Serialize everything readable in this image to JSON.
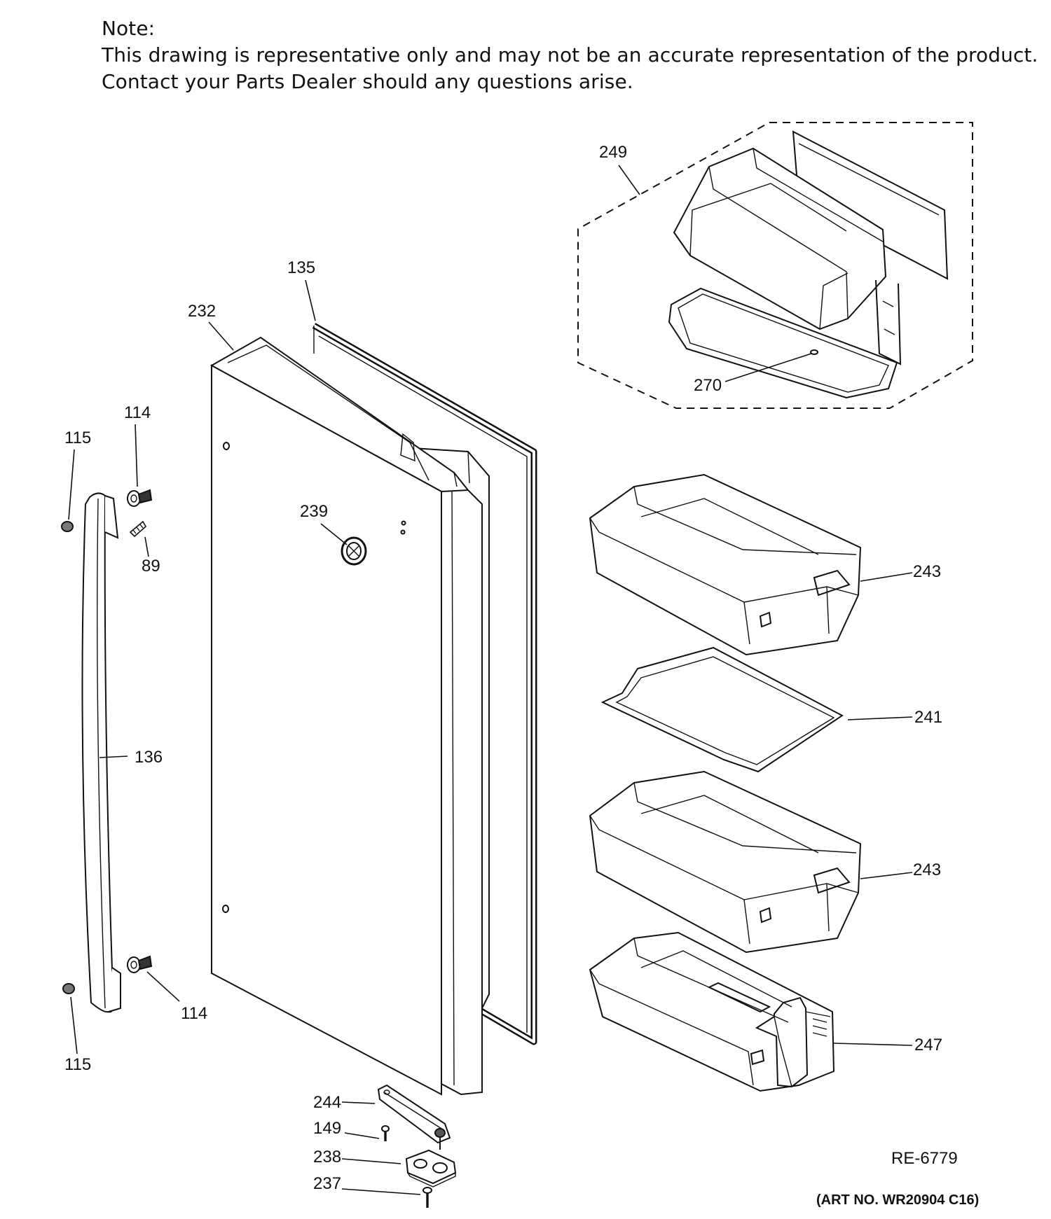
{
  "note": {
    "heading": "Note:",
    "line1": "This drawing is representative only and may not be an accurate representation of the product.",
    "line2": "Contact your Parts Dealer should any questions arise."
  },
  "parts": {
    "p249": "249",
    "p270": "270",
    "p135": "135",
    "p232": "232",
    "p114_top": "114",
    "p115_top": "115",
    "p89": "89",
    "p239": "239",
    "p243_top": "243",
    "p241": "241",
    "p136": "136",
    "p243_bottom": "243",
    "p114_bottom": "114",
    "p115_bottom": "115",
    "p247": "247",
    "p244": "244",
    "p149": "149",
    "p238": "238",
    "p237": "237"
  },
  "drawing_code": "RE-6779",
  "art_number": "(ART NO. WR20904 C16)"
}
